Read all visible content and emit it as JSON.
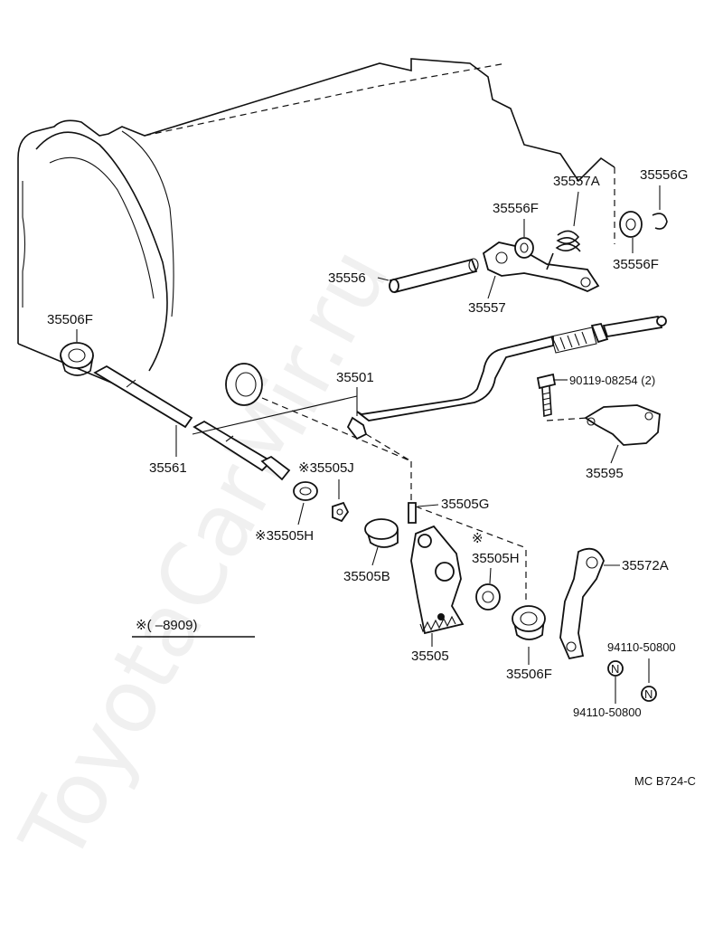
{
  "watermark": "ToyotaCarMir.ru",
  "labels": {
    "p35506F_top": "35506F",
    "p35561": "35561",
    "p35505J": "※35505J",
    "p35505H_left": "※35505H",
    "p35505B": "35505B",
    "p35505": "35505",
    "p35505G": "35505G",
    "p35505H_right": "35505H",
    "p35505H_right_mark": "※",
    "p35506F_bottom": "35506F",
    "p35572A": "35572A",
    "p35501": "35501",
    "p35556": "35556",
    "p35557": "35557",
    "p35556F_left": "35556F",
    "p35557A": "35557A",
    "p35556G": "35556G",
    "p35556F_right": "35556F",
    "p90119": "90119-08254 (2)",
    "p35595": "35595",
    "p94110_right": "94110-50800",
    "p94110_left": "94110-50800",
    "nut_symbol": "N"
  },
  "footnote": "※(      –8909)",
  "figure_code": "MC B724-C"
}
